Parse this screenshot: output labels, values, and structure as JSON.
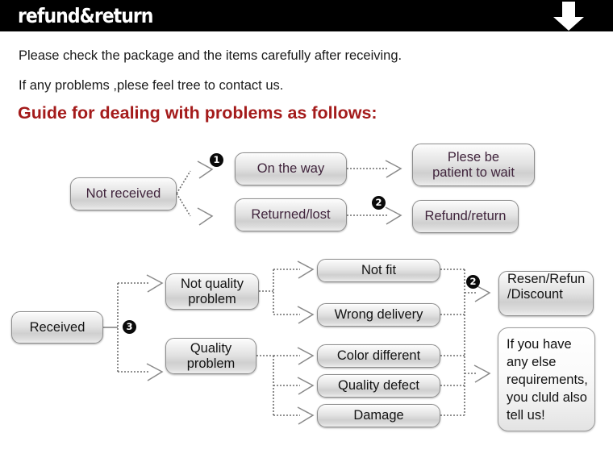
{
  "header": {
    "title": "refund&return",
    "arrow_icon": "down-arrow-icon",
    "bg_color": "#000000",
    "text_color": "#ffffff"
  },
  "intro": {
    "line1": "Please check the package and the items carefully after receiving.",
    "line2": "If any problems ,plese feel tree to contact us."
  },
  "guide": {
    "title": "Guide for dealing with problems as follows:",
    "title_color": "#a41b1b"
  },
  "flow": {
    "section_not_received": {
      "root": "Not received",
      "badge_1": "1",
      "badge_2": "2",
      "branches": [
        {
          "cause": "On the way",
          "result": "Plese be\npatient to wait"
        },
        {
          "cause": "Returned/lost",
          "result": "Refund/return"
        }
      ],
      "cause_labels": [
        "On the way",
        "Returned/lost"
      ],
      "result_1_line1": "Plese be",
      "result_1_line2": "patient to wait",
      "result_2": "Refund/return"
    },
    "section_received": {
      "root": "Received",
      "badge_3": "3",
      "badge_2": "2",
      "category_1_line1": "Not quality",
      "category_1_line2": "problem",
      "category_2_line1": "Quality",
      "category_2_line2": "problem",
      "issues": [
        "Not fit",
        "Wrong delivery",
        "Color different",
        "Quality defect",
        "Damage"
      ],
      "issue_1": "Not fit",
      "issue_2": "Wrong delivery",
      "issue_3": "Color different",
      "issue_4": "Quality defect",
      "issue_5": "Damage",
      "outcome_1_line1": "Resen/Refun",
      "outcome_1_line2": "/Discount",
      "outcome_2_line1": "If you have",
      "outcome_2_line2": "any else",
      "outcome_2_line3": "requirements,",
      "outcome_2_line4": "you cluld also",
      "outcome_2_line5": "tell us!"
    }
  },
  "colors": {
    "node_text_purple": "#40243c",
    "node_text_black": "#131313",
    "node_border": "#8d8d8d",
    "connector": "#6e6e6e"
  }
}
